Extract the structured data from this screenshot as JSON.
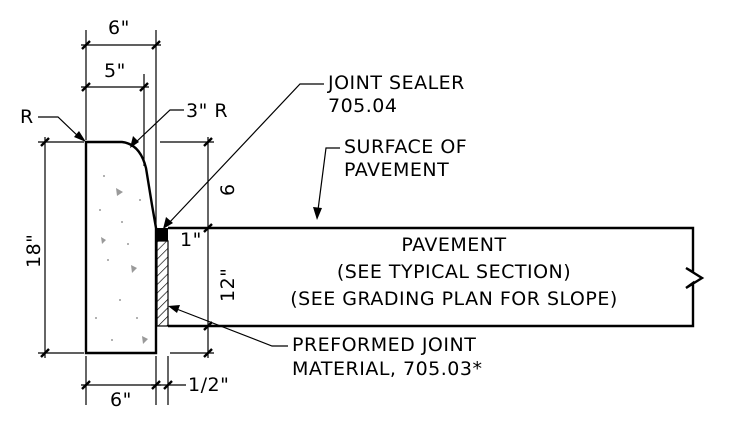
{
  "labels": {
    "top_width": "6\"",
    "inner_width": "5\"",
    "radius_left": "R",
    "radius_right": "3\" R",
    "height": "18\"",
    "drop": "6",
    "sealer_depth": "1\"",
    "pavement_depth": "12\"",
    "bottom_width": "6\"",
    "joint_width": "1/2\""
  },
  "callouts": {
    "joint_sealer_1": "JOINT SEALER",
    "joint_sealer_2": "705.04",
    "surface_1": "SURFACE OF",
    "surface_2": "PAVEMENT",
    "preformed_1": "PREFORMED JOINT",
    "preformed_2": "MATERIAL, 705.03*"
  },
  "pavement": {
    "line1": "PAVEMENT",
    "line2": "(SEE TYPICAL SECTION)",
    "line3": "(SEE GRADING PLAN FOR SLOPE)"
  }
}
